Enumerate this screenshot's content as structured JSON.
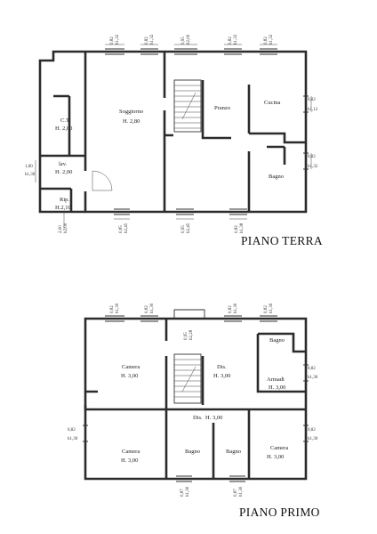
{
  "ground_floor": {
    "title": "PIANO TERRA",
    "rooms": {
      "ct_name": "C.T.",
      "ct_height": "H. 2,00",
      "lav_name": "lav.",
      "lav_height": "H. 2,00",
      "rip_name": "Rip.",
      "rip_height": "H.2,10",
      "soggiorno_name": "Soggiorno",
      "soggiorno_height": "H. 2,80",
      "pranzo_name": "Pranzo",
      "cucina_name": "Cucina",
      "bagno_name": "Bagno"
    },
    "window_dims": {
      "top": [
        "0,82",
        "h1,32",
        "0,82",
        "h1,32",
        "0,95",
        "h2,00",
        "0,82",
        "h1,32",
        "0,82",
        "h1,32"
      ],
      "right": [
        "0,82",
        "h1,12",
        "0,82",
        "h1,32"
      ],
      "bottom": [
        "0,85",
        "h2,45",
        "0,95",
        "h2,45",
        "0,82",
        "h1,38"
      ],
      "left": [
        "1,00",
        "h1,30",
        "2,00",
        "h2,00"
      ]
    }
  },
  "first_floor": {
    "title": "PIANO PRIMO",
    "rooms": {
      "camera1_name": "Camera",
      "camera1_height": "H. 3,00",
      "dis_upper_name": "Dis.",
      "dis_upper_height": "H. 3,00",
      "bagno_top_name": "Bagno",
      "armadi_name": "Armadi",
      "armadi_height": "H. 3,00",
      "dis_name": "Dis.",
      "dis_height": "H. 3,00",
      "camera2_name": "Camera",
      "camera2_height": "H. 3,00",
      "bagno_a_name": "Bagno",
      "bagno_b_name": "Bagno",
      "camera3_name": "Camera",
      "camera3_height": "H. 3,00"
    },
    "window_dims": {
      "top": [
        "0,82",
        "h1,30",
        "0,82",
        "h1,30",
        "0,95",
        "h2,28",
        "0,82",
        "h1,30",
        "0,82",
        "h1,30"
      ],
      "right": [
        "0,82",
        "h1,30",
        "0,82",
        "h1,30"
      ],
      "left": [
        "0,82",
        "h1,30"
      ],
      "bottom": [
        "0,87",
        "h1,30",
        "0,87",
        "h1,30"
      ]
    }
  }
}
